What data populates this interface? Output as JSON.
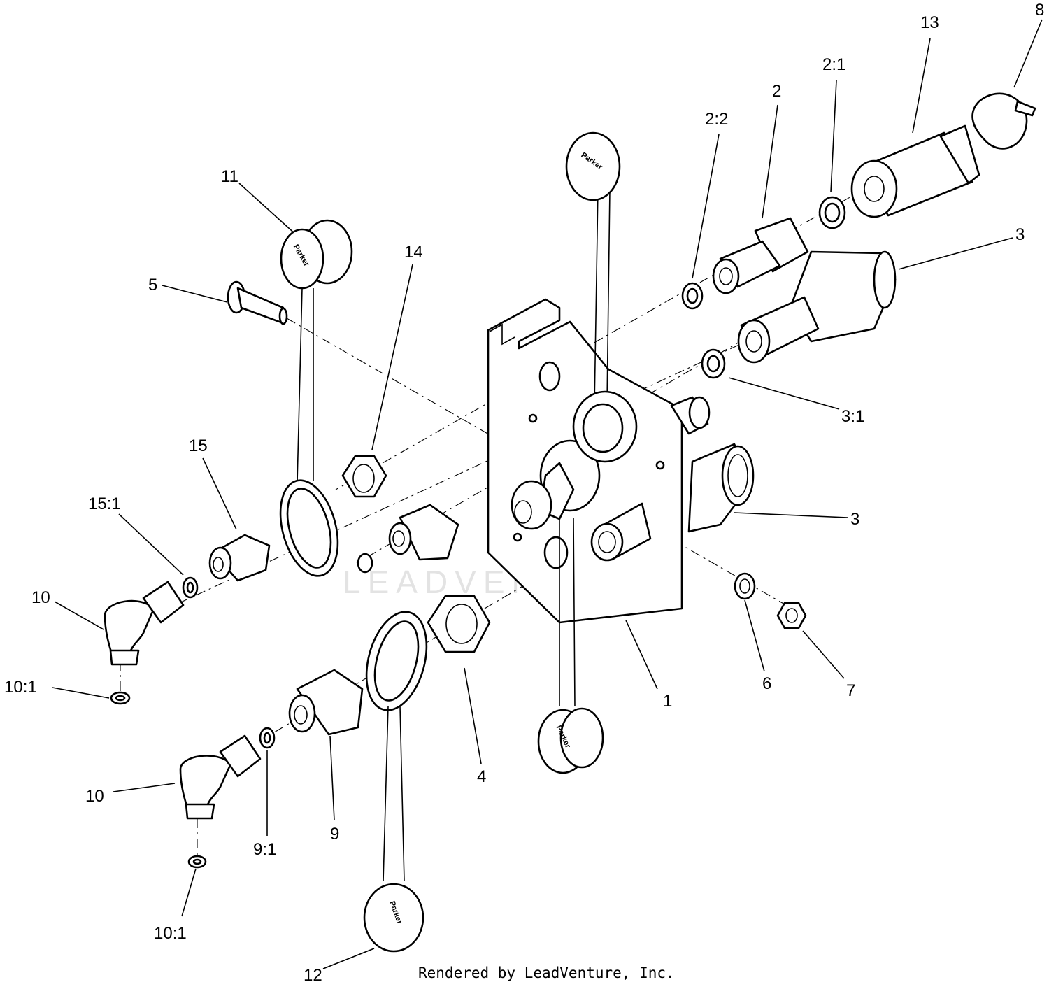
{
  "callouts": [
    {
      "id": "c1",
      "text": "1"
    },
    {
      "id": "c2",
      "text": "2"
    },
    {
      "id": "c2_1",
      "text": "2:1"
    },
    {
      "id": "c2_2",
      "text": "2:2"
    },
    {
      "id": "c3a",
      "text": "3"
    },
    {
      "id": "c3b",
      "text": "3"
    },
    {
      "id": "c3_1",
      "text": "3:1"
    },
    {
      "id": "c4",
      "text": "4"
    },
    {
      "id": "c5",
      "text": "5"
    },
    {
      "id": "c6",
      "text": "6"
    },
    {
      "id": "c7",
      "text": "7"
    },
    {
      "id": "c8",
      "text": "8"
    },
    {
      "id": "c9",
      "text": "9"
    },
    {
      "id": "c9_1",
      "text": "9:1"
    },
    {
      "id": "c10a",
      "text": "10"
    },
    {
      "id": "c10b",
      "text": "10"
    },
    {
      "id": "c10_1a",
      "text": "10:1"
    },
    {
      "id": "c10_1b",
      "text": "10:1"
    },
    {
      "id": "c11",
      "text": "11"
    },
    {
      "id": "c12",
      "text": "12"
    },
    {
      "id": "c13",
      "text": "13"
    },
    {
      "id": "c14",
      "text": "14"
    },
    {
      "id": "c15",
      "text": "15"
    },
    {
      "id": "c15_1",
      "text": "15:1"
    }
  ],
  "cap_brand": "Parker",
  "watermark": "LEADVENTURE",
  "footer": "Rendered by LeadVenture, Inc."
}
